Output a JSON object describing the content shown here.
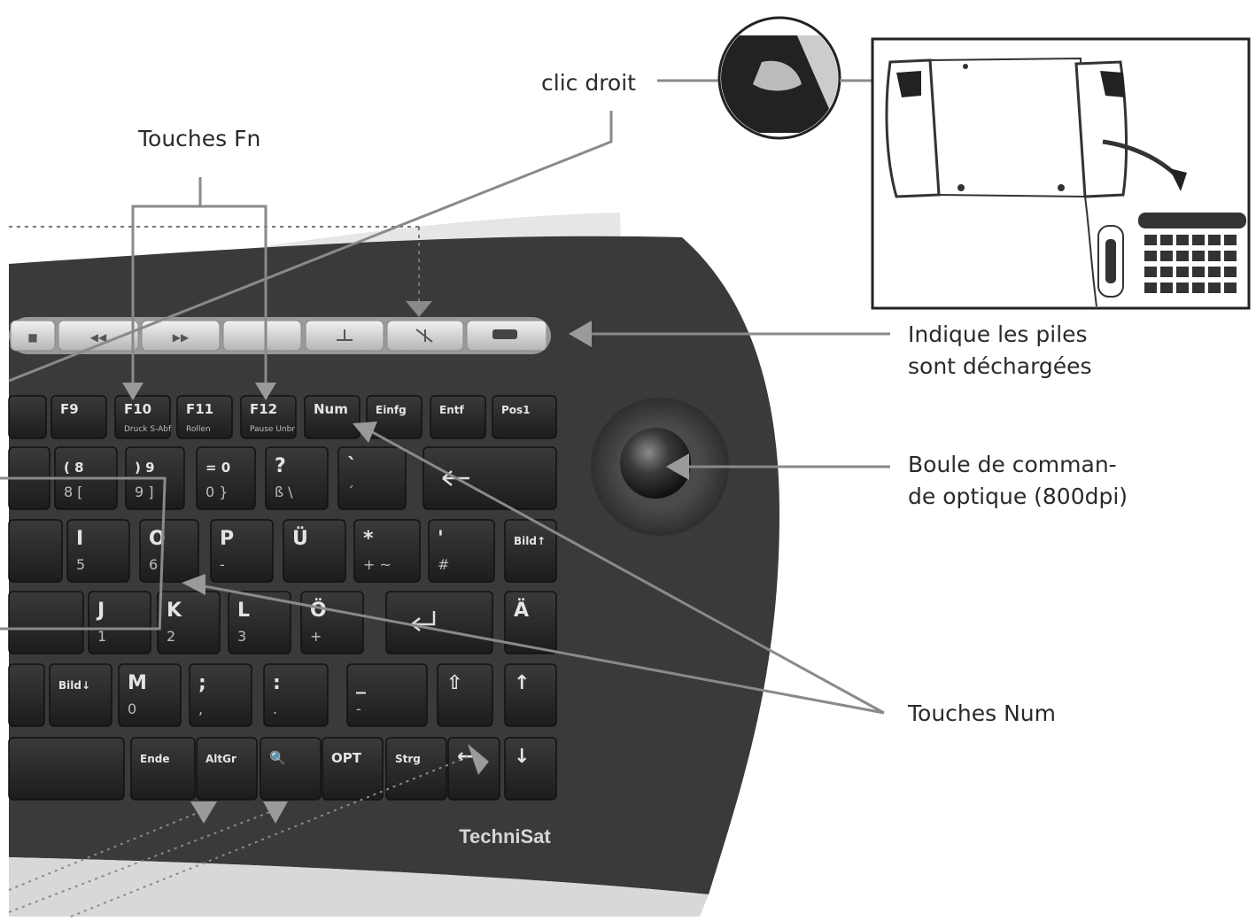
{
  "callouts": {
    "clic_droit": "clic droit",
    "touches_fn": "Touches Fn",
    "piles_line1": "Indique les piles",
    "piles_line2": "sont déchargées",
    "boule_line1": "Boule de comman-",
    "boule_line2": "de optique (800dpi)",
    "touches_num": "Touches Num"
  },
  "brand": "TechniSat",
  "media_keys": [
    "■",
    "◀◀",
    "▶▶",
    "",
    "",
    "",
    ""
  ],
  "keys": [
    {
      "name": "key-f9",
      "label": "F9",
      "sub": ""
    },
    {
      "name": "key-f10",
      "label": "F10",
      "sub": "Druck S-Abf"
    },
    {
      "name": "key-f11",
      "label": "F11",
      "sub": "Rollen"
    },
    {
      "name": "key-f12",
      "label": "F12",
      "sub": "Pause Unbr"
    },
    {
      "name": "key-num",
      "label": "Num",
      "sub": ""
    },
    {
      "name": "key-einfg",
      "label": "Einfg",
      "sub": ""
    },
    {
      "name": "key-entf",
      "label": "Entf",
      "sub": ""
    },
    {
      "name": "key-pos1",
      "label": "Pos1",
      "sub": ""
    },
    {
      "name": "key-8",
      "label": "( 8",
      "sub": "8 ["
    },
    {
      "name": "key-9",
      "label": ") 9",
      "sub": "9 ]"
    },
    {
      "name": "key-0",
      "label": "= 0",
      "sub": "0 }"
    },
    {
      "name": "key-sz",
      "label": "?",
      "sub": "ß \\"
    },
    {
      "name": "key-accent",
      "label": "`",
      "sub": "´"
    },
    {
      "name": "key-i",
      "label": "I",
      "sub": "5"
    },
    {
      "name": "key-o",
      "label": "O",
      "sub": "6"
    },
    {
      "name": "key-p",
      "label": "P",
      "sub": "-"
    },
    {
      "name": "key-ue",
      "label": "Ü",
      "sub": ""
    },
    {
      "name": "key-plus",
      "label": "*",
      "sub": "+ ~"
    },
    {
      "name": "key-hash",
      "label": "'",
      "sub": "#"
    },
    {
      "name": "key-bildup",
      "label": "Bild↑",
      "sub": ""
    },
    {
      "name": "key-j",
      "label": "J",
      "sub": "1"
    },
    {
      "name": "key-k",
      "label": "K",
      "sub": "2"
    },
    {
      "name": "key-l",
      "label": "L",
      "sub": "3"
    },
    {
      "name": "key-oe",
      "label": "Ö",
      "sub": "+"
    },
    {
      "name": "key-ae",
      "label": "Ä",
      "sub": ""
    },
    {
      "name": "key-bilddown",
      "label": "Bild↓",
      "sub": ""
    },
    {
      "name": "key-m",
      "label": "M",
      "sub": "0"
    },
    {
      "name": "key-comma",
      "label": ";",
      "sub": ","
    },
    {
      "name": "key-period",
      "label": ":",
      "sub": "."
    },
    {
      "name": "key-minus",
      "label": "_",
      "sub": "-"
    },
    {
      "name": "key-shift",
      "label": "⇧",
      "sub": ""
    },
    {
      "name": "key-up",
      "label": "↑",
      "sub": ""
    },
    {
      "name": "key-ende",
      "label": "Ende",
      "sub": ""
    },
    {
      "name": "key-altgr",
      "label": "AltGr",
      "sub": ""
    },
    {
      "name": "key-search",
      "label": "🔍",
      "sub": ""
    },
    {
      "name": "key-opt",
      "label": "OPT",
      "sub": ""
    },
    {
      "name": "key-strg",
      "label": "Strg",
      "sub": ""
    },
    {
      "name": "key-left",
      "label": "←",
      "sub": ""
    },
    {
      "name": "key-down",
      "label": "↓",
      "sub": ""
    },
    {
      "name": "key-right",
      "label": "→",
      "sub": ""
    }
  ]
}
